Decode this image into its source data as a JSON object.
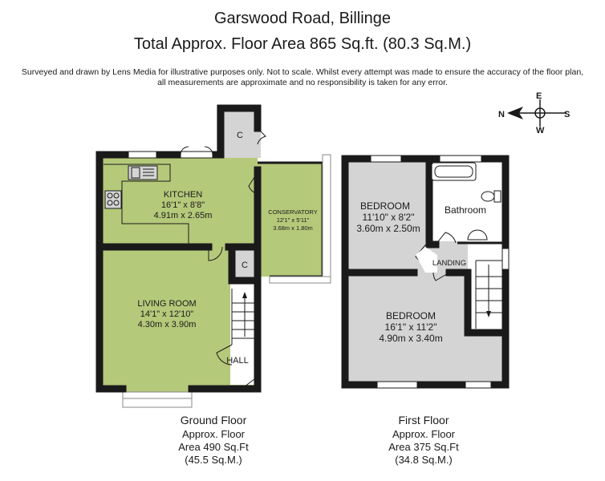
{
  "header": {
    "title": "Garswood Road, Billinge",
    "area": "Total Approx. Floor Area 865 Sq.ft. (80.3 Sq.M.)",
    "disclaimer_line1": "Surveyed and drawn by Lens Media for illustrative purposes only. Not to scale. Whilst every attempt was made to ensure the accuracy of the floor plan,",
    "disclaimer_line2": "all measurements are approximate and no responsibility is taken for any error."
  },
  "compass": {
    "n": "N",
    "e": "E",
    "s": "S",
    "w": "W"
  },
  "colors": {
    "ground": "#b5c97a",
    "first": "#d4d4d4",
    "wall": "#1a1a1a"
  },
  "ground_floor": {
    "kitchen": {
      "name": "KITCHEN",
      "imperial": "16'1\" x 8'8\"",
      "metric": "4.91m x 2.65m"
    },
    "conservatory": {
      "name": "CONSERVATORY",
      "imperial": "12'1\" x 5'11\"",
      "metric": "3.68m x 1.80m"
    },
    "living_room": {
      "name": "LIVING ROOM",
      "imperial": "14'1\" x 12'10\"",
      "metric": "4.30m x 3.90m"
    },
    "cupboard_1": "C",
    "cupboard_2": "C",
    "hall": "HALL",
    "caption": {
      "floor": "Ground Floor",
      "line1": "Approx. Floor",
      "line2": "Area 490 Sq.Ft",
      "line3": "(45.5 Sq.M.)"
    }
  },
  "first_floor": {
    "bedroom_1": {
      "name": "BEDROOM",
      "imperial": "11'10\" x 8'2\"",
      "metric": "3.60m x 2.50m"
    },
    "bathroom": "Bathroom",
    "landing": "LANDING",
    "bedroom_2": {
      "name": "BEDROOM",
      "imperial": "16'1\" x 11'2\"",
      "metric": "4.90m x 3.40m"
    },
    "caption": {
      "floor": "First Floor",
      "line1": "Approx. Floor",
      "line2": "Area 375 Sq.Ft",
      "line3": "(34.8 Sq.M.)"
    }
  }
}
